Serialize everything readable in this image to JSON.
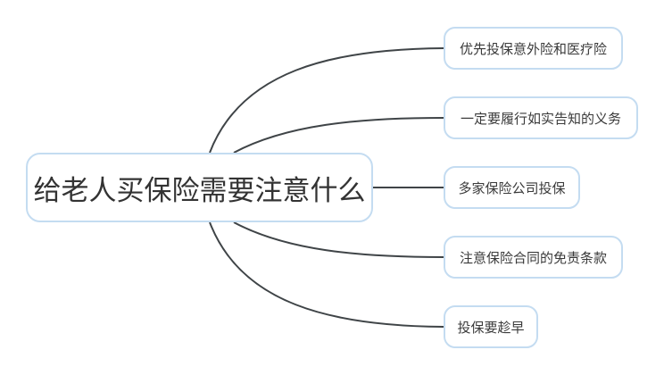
{
  "colors": {
    "connector": "#3f4447",
    "node_border": "#c4dcf1",
    "node_fill": "#ffffff",
    "text": "#333333"
  },
  "root": {
    "label": "给老人买保险需要注意什么"
  },
  "branches": [
    {
      "label": "优先投保意外险和医疗险"
    },
    {
      "label": "一定要履行如实告知的义务"
    },
    {
      "label": "多家保险公司投保"
    },
    {
      "label": "注意保险合同的免责条款"
    },
    {
      "label": "投保要趁早"
    }
  ]
}
